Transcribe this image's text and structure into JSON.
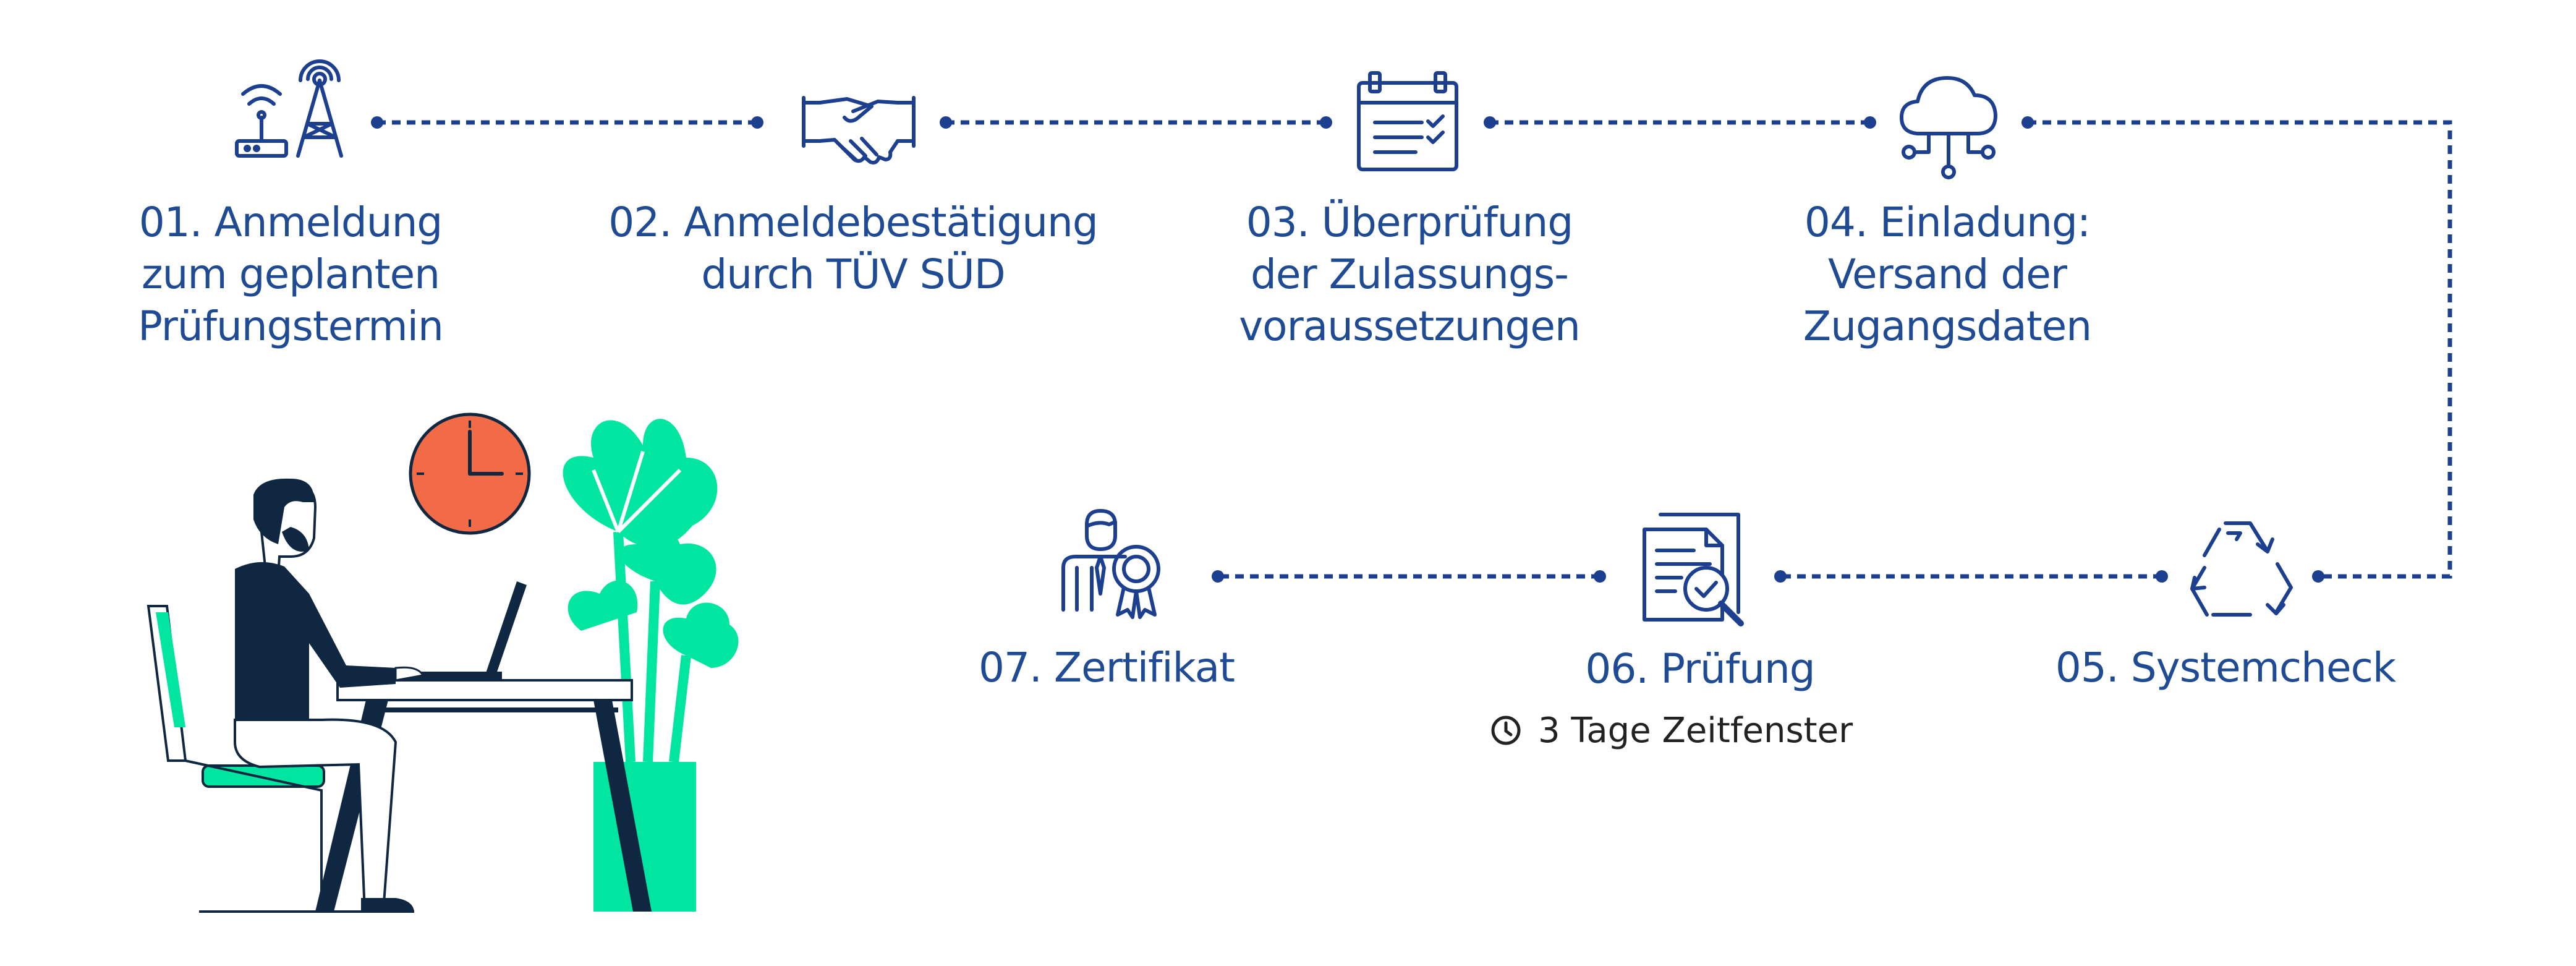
{
  "steps": [
    {
      "id": "01",
      "lines": [
        "01. Anmeldung",
        "zum geplanten",
        "Prüfungstermin"
      ],
      "icon": "router-antenna-icon"
    },
    {
      "id": "02",
      "lines": [
        "02. Anmeldebestätigung",
        "durch TÜV SÜD"
      ],
      "icon": "handshake-icon"
    },
    {
      "id": "03",
      "lines": [
        "03. Überprüfung",
        "der Zulassungs-",
        "voraussetzungen"
      ],
      "icon": "calendar-checklist-icon"
    },
    {
      "id": "04",
      "lines": [
        "04. Einladung:",
        "Versand der",
        "Zugangsdaten"
      ],
      "icon": "cloud-network-icon"
    },
    {
      "id": "05",
      "lines": [
        "05. Systemcheck"
      ],
      "icon": "recycle-icon"
    },
    {
      "id": "06",
      "lines": [
        "06. Prüfung"
      ],
      "icon": "document-search-icon"
    },
    {
      "id": "07",
      "lines": [
        "07. Zertifikat"
      ],
      "icon": "certificate-person-icon"
    }
  ],
  "note": {
    "text": "3 Tage Zeitfenster",
    "icon": "clock-icon"
  },
  "illustration": {
    "subject": "person-at-laptop-illustration",
    "icons": [
      "wall-clock-icon",
      "plant-icon"
    ]
  },
  "colors": {
    "primary": "#1f4a94",
    "line": "#1d3f8f",
    "accent_orange": "#f26b47",
    "accent_green": "#00e6a1",
    "dark": "#0f2740"
  }
}
